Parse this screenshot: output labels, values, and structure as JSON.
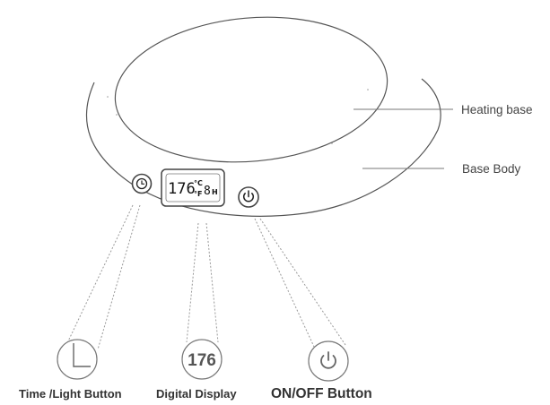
{
  "labels": {
    "heating_base": "Heating base",
    "base_body": "Base Body",
    "time_light_button": "Time /Light Button",
    "digital_display": "Digital Display",
    "on_off_button": "ON/OFF Button"
  },
  "display": {
    "temperature": "176",
    "unit_c": "°C",
    "unit_f": "°F",
    "hours_digit": "8",
    "hours_unit": "H"
  },
  "callouts": {
    "display_value": "176"
  },
  "icons": {
    "time_button": "clock-icon",
    "power_button": "power-icon"
  },
  "colors": {
    "outline": "#555555",
    "label_text": "#444444",
    "leader_line": "#888888"
  }
}
